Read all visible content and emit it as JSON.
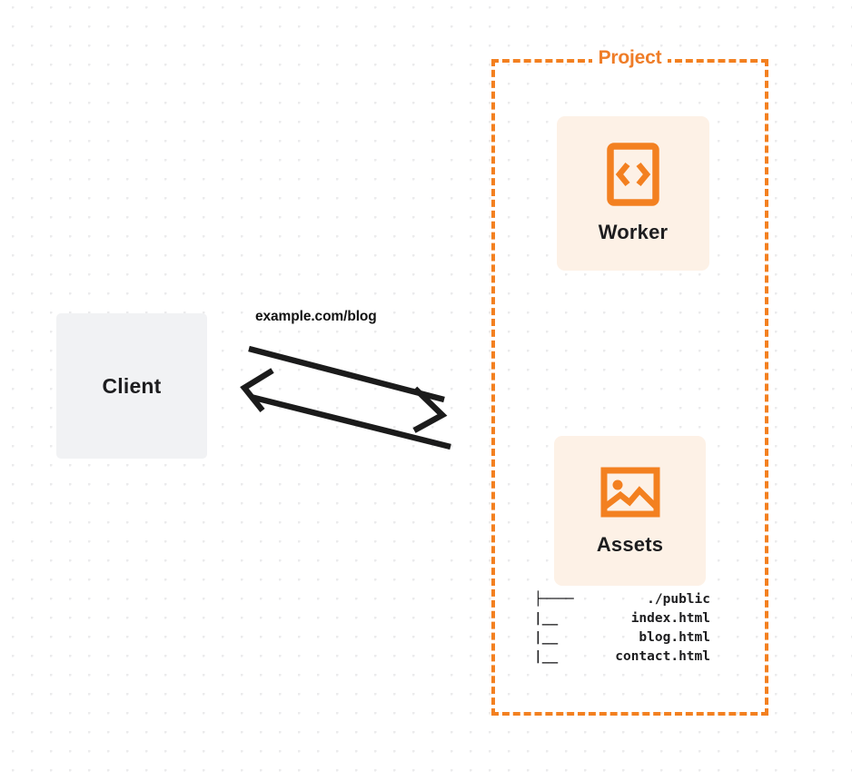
{
  "diagram": {
    "title": "Project",
    "client": {
      "label": "Client"
    },
    "connection": {
      "label": "example.com/blog"
    },
    "nodes": [
      {
        "id": "worker",
        "label": "Worker",
        "icon": "code-brackets-icon"
      },
      {
        "id": "assets",
        "label": "Assets",
        "icon": "image-icon"
      }
    ],
    "file_tree": [
      {
        "branch": "├────",
        "name": "./public"
      },
      {
        "branch": "|__",
        "name": "index.html"
      },
      {
        "branch": "|__",
        "name": "blog.html"
      },
      {
        "branch": "|__",
        "name": "contact.html"
      }
    ],
    "colors": {
      "accent": "#f38020",
      "accent_title": "#ef7d28",
      "card_fill": "#fdf1e6",
      "client_fill": "#f1f2f4",
      "text": "#1d1d1f",
      "arrow": "#1b1b1b",
      "grid_dot": "#ebebec"
    }
  }
}
